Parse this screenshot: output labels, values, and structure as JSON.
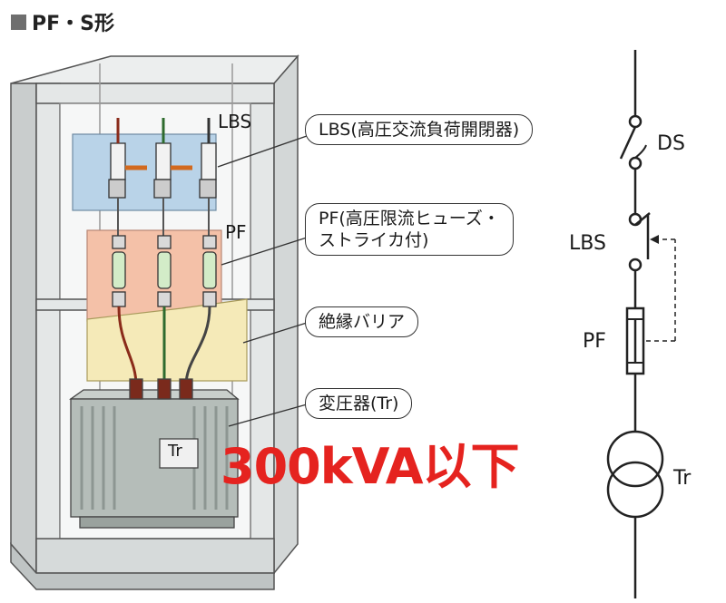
{
  "title": "PF・S形",
  "labels": {
    "lbs_box": "LBS",
    "pf_box": "PF",
    "tr_box": "Tr",
    "ds": "DS",
    "lbs_schematic": "LBS",
    "pf_schematic": "PF",
    "tr_schematic": "Tr"
  },
  "callouts": {
    "lbs": "LBS(高圧交流負荷開閉器)",
    "pf_line1": "PF(高圧限流ヒューズ・",
    "pf_line2": "ストライカ付)",
    "barrier": "絶縁バリア",
    "transformer": "変圧器(Tr)"
  },
  "capacity": "300kVA以下",
  "colors": {
    "accent_red": "#e5231f",
    "lbs_panel": "#b9d3e8",
    "pf_panel": "#f4c1a8",
    "barrier": "#f5eab8",
    "fuse": "#d3ecc8",
    "transformer": "#b5bdb9",
    "cabinet": "#dfe3e4"
  }
}
